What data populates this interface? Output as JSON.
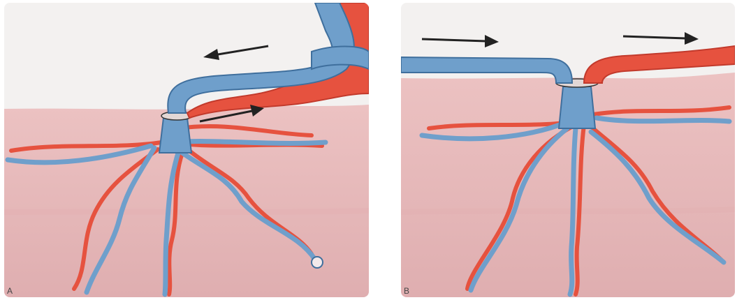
{
  "figure": {
    "panels": [
      {
        "label": "A",
        "arrows": [
          "left",
          "right"
        ]
      },
      {
        "label": "B",
        "arrows": [
          "right",
          "right"
        ]
      }
    ],
    "colors": {
      "tissue": "#e9b8b8",
      "tissue_dark": "#dca3a6",
      "vein": "#6f9fcb",
      "vein_dark": "#3f6f9d",
      "artery": "#e6523f",
      "artery_dark": "#c23a2c",
      "arrow": "#222222",
      "background": "#f3f1f0"
    }
  }
}
